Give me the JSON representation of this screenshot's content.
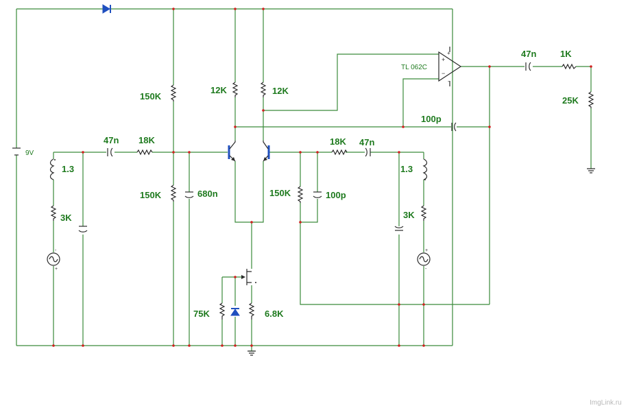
{
  "colors": {
    "wire": "#3a8a3a",
    "label": "#1e7a1e",
    "component": "#2a2a2a",
    "junction": "#d02020",
    "diode": "#1f4fbf",
    "watermark": "#b8b8b8"
  },
  "labels": {
    "battery": "9V",
    "r_top_left": "150K",
    "r_bottom_left": "150K",
    "r_collector_left": "12K",
    "r_collector_right": "12K",
    "cap_in_left": "47n",
    "r_in_left": "18K",
    "coil_left": "1.3",
    "r_src_left": "3K",
    "cap_bias": "680n",
    "r_gate": "75K",
    "r_source": "6.8K",
    "opamp": "TL 062C",
    "cap_out": "47n",
    "r_out": "1K",
    "r_load": "25K",
    "cap_fb": "100p",
    "r_bias_right": "150K",
    "cap_bias_right": "100p",
    "r_in_right": "18K",
    "cap_in_right": "47n",
    "coil_right": "1.3",
    "r_src_right": "3K"
  },
  "watermark": "ImgLink.ru"
}
